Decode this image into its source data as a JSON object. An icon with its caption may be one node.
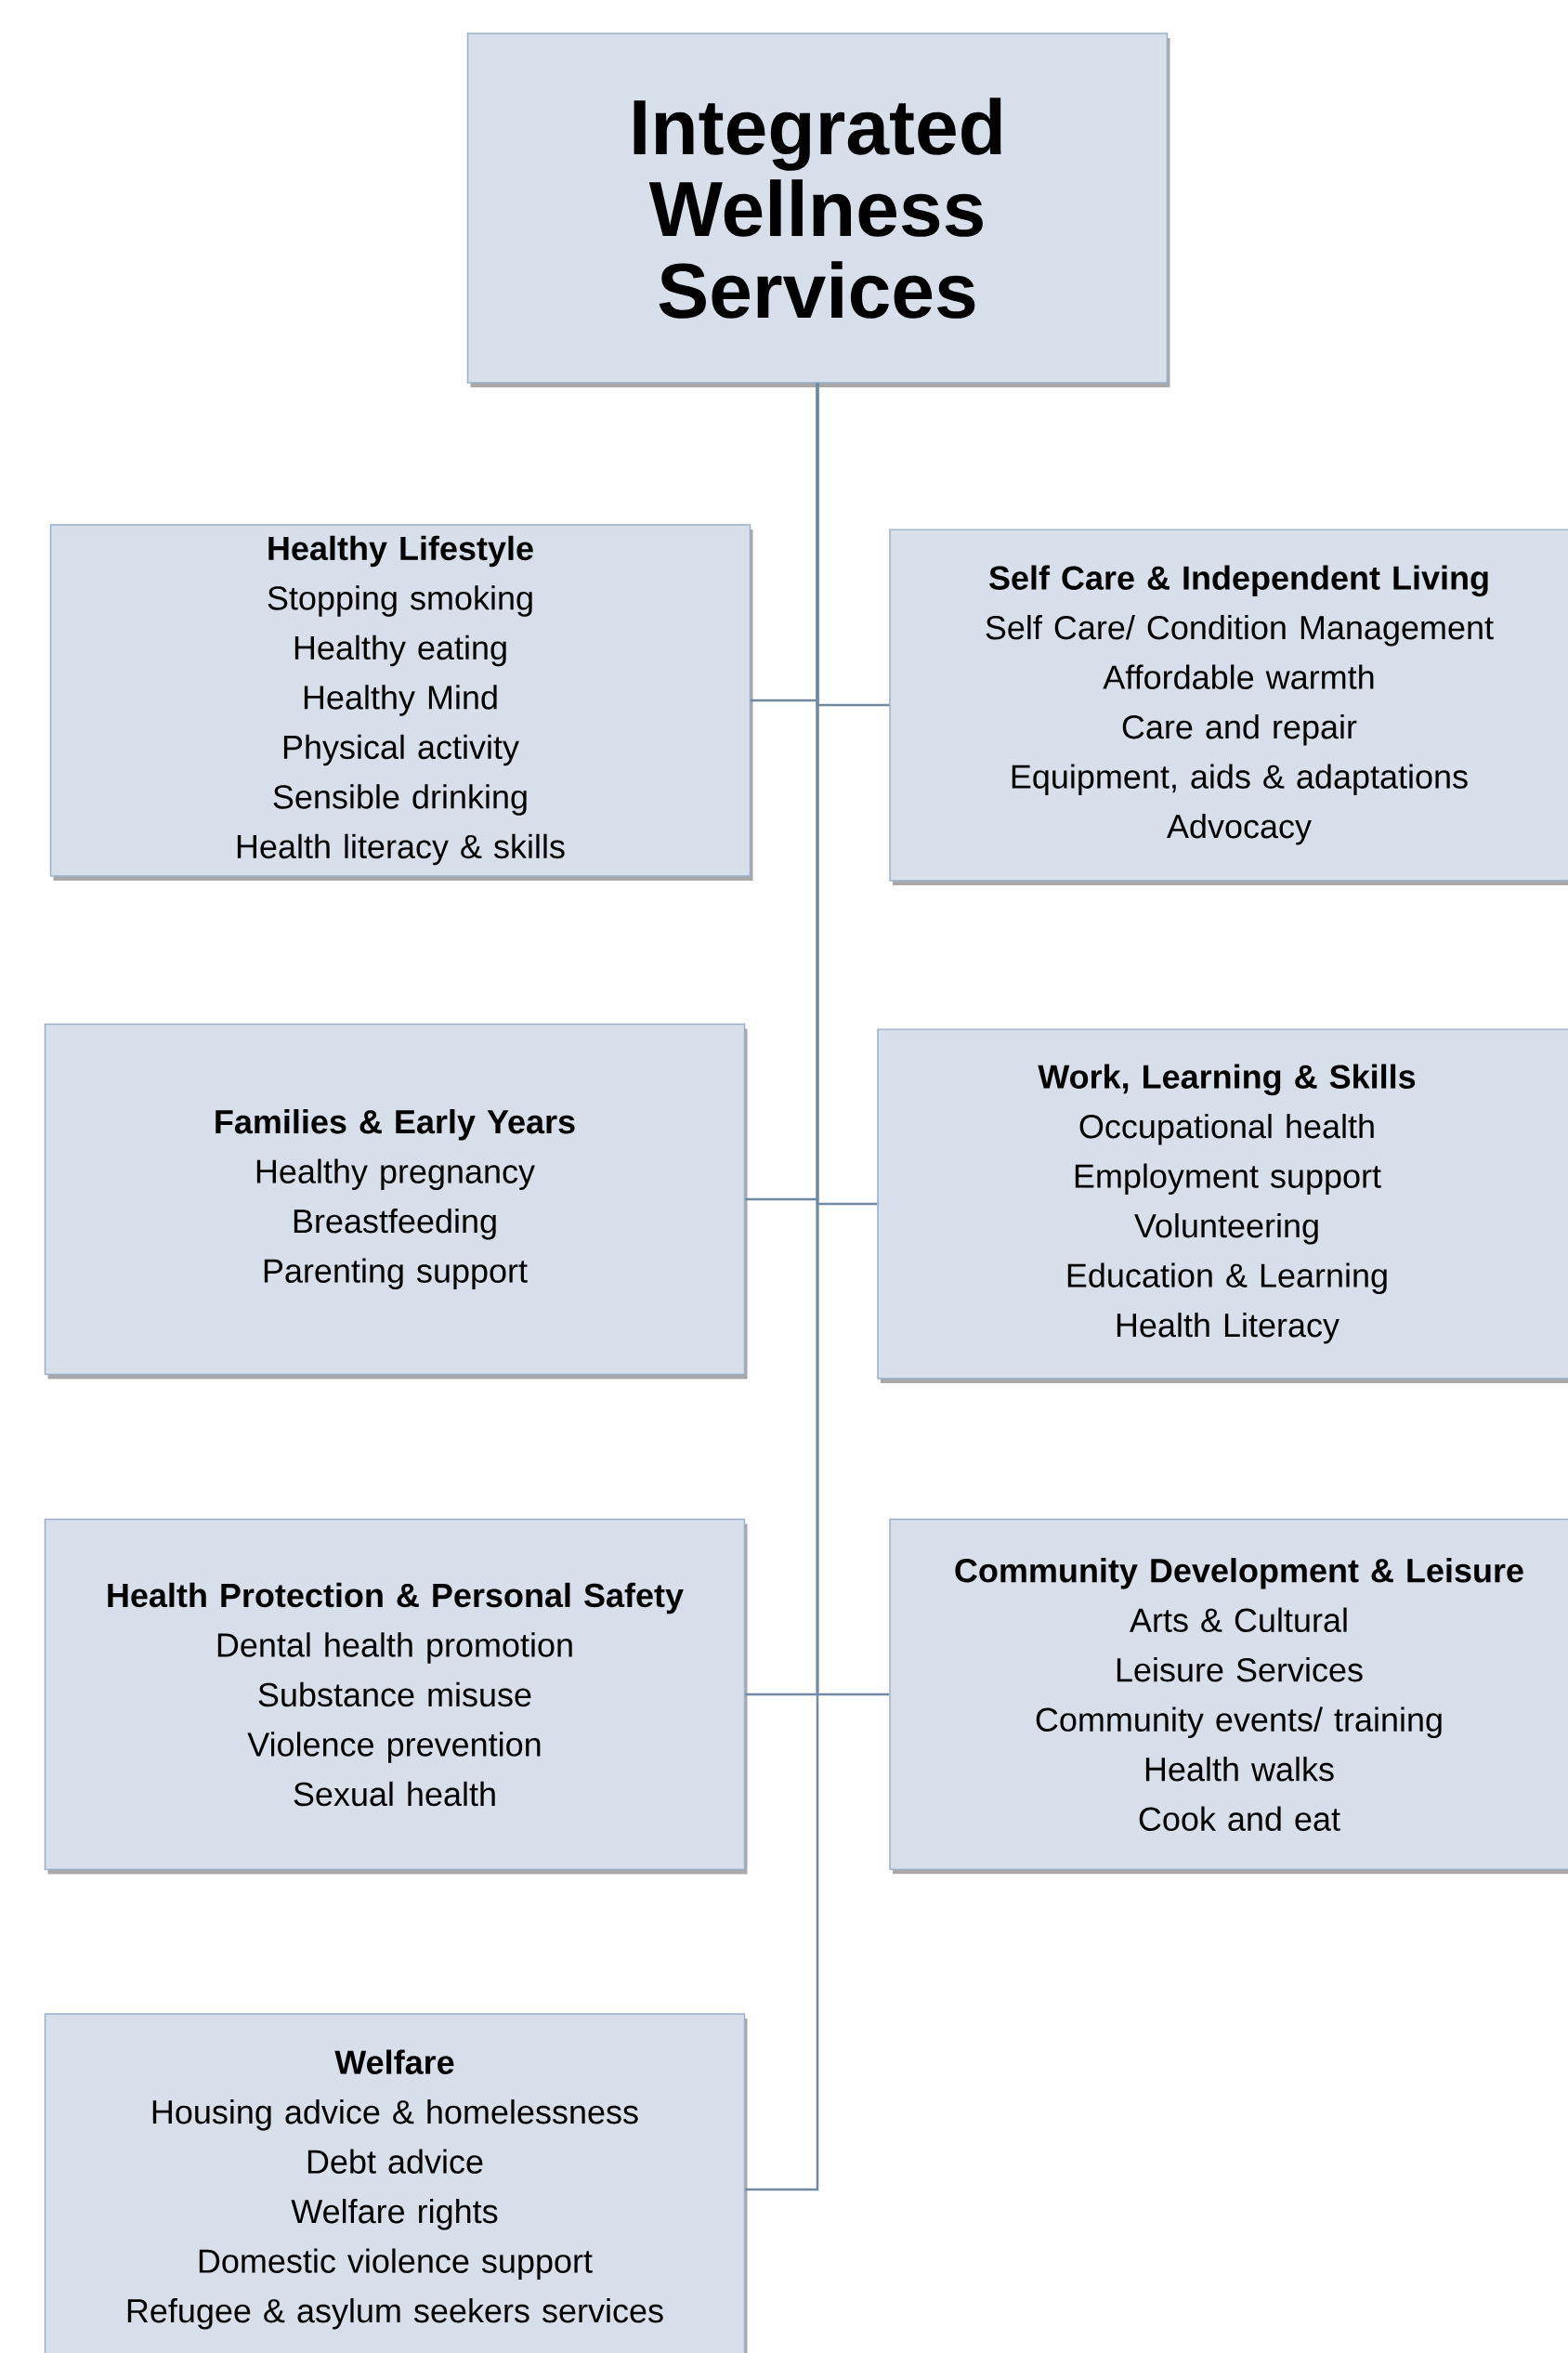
{
  "diagram": {
    "nodes": [
      {
        "text": [
          "Integrated Wellness Services"
        ]
      },
      {
        "text": [
          "Healthy Lifestyle",
          "Stopping smoking",
          "Healthy eating",
          "Healthy Mind",
          "Physical activity",
          "Sensible drinking",
          "Health literacy & skills"
        ]
      },
      {
        "text": [
          "Self Care & Independent Living",
          "Self Care/ Condition Management",
          "Affordable warmth",
          "Care and repair",
          "Equipment, aids & adaptations",
          "Advocacy"
        ]
      },
      {
        "text": [
          "Families & Early Years",
          "Healthy pregnancy",
          "Breastfeeding",
          "Parenting support"
        ]
      },
      {
        "text": [
          "Work, Learning & Skills",
          "Occupational health",
          "Employment support",
          "Volunteering",
          "Education & Learning",
          "Health Literacy"
        ]
      },
      {
        "text": [
          "Health Protection & Personal Safety",
          "Dental health promotion",
          "Substance misuse",
          "Violence prevention",
          "Sexual health"
        ]
      },
      {
        "text": [
          "Community Development & Leisure",
          "Arts & Cultural",
          "Leisure Services",
          "Community events/ training",
          "Health walks",
          "Cook and eat"
        ]
      },
      {
        "text": [
          "Welfare",
          "Housing advice & homelessness",
          "Debt advice",
          "Welfare rights",
          "Domestic violence support",
          "Refugee & asylum seekers services"
        ]
      }
    ],
    "edges": [
      {
        "from": 0,
        "to": 1,
        "arrow": "none"
      },
      {
        "from": 0,
        "to": 2,
        "arrow": "none"
      },
      {
        "from": 0,
        "to": 3,
        "arrow": "none"
      },
      {
        "from": 0,
        "to": 4,
        "arrow": "none"
      },
      {
        "from": 0,
        "to": 5,
        "arrow": "none"
      },
      {
        "from": 0,
        "to": 6,
        "arrow": "none"
      },
      {
        "from": 0,
        "to": 7,
        "arrow": "none"
      }
    ]
  }
}
